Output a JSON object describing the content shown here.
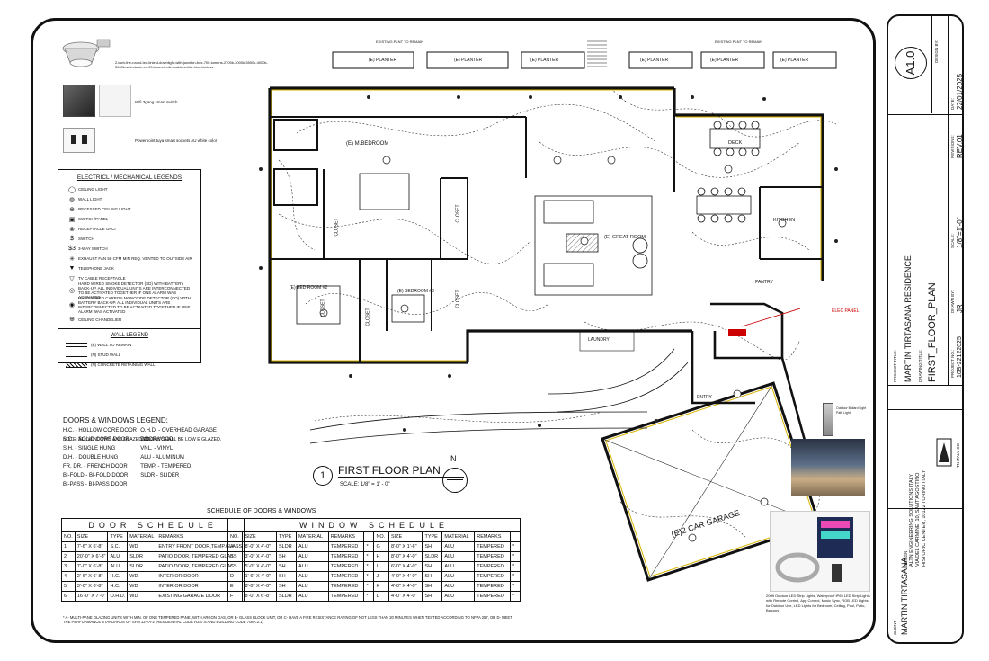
{
  "products": {
    "downlight_text": "2-inch-the-round-led-tiniest-downlight-with-junction-box-700-lumens-2700k-3000k-3500k-4000k-5000k-selectable-cri-90-triac-elv-dimmable-white-trim-trimless",
    "switch_text": "Wifi 3gang smart switch",
    "socket_text": "Powerpoint tuya smart sockets AU white color",
    "bollard_text": "Outdoor Bollard Light Path Light",
    "strip_text": "200ft Outdoor LED Strip Lights, Waterproof IP65 LED Strip Lights with Remote Control, App Control, Music Sync, RGB LED Lights for Outdoor Use, LED Lights for Bedroom, Ceiling, Pool, Patio, Balcony"
  },
  "electric_legend": {
    "title": "ELECTRICL / MECHANICAL LEGENDS",
    "items": [
      "CEILING LIGHT",
      "WALL LIGHT",
      "RECESSED CEILING LIGHT",
      "SWITCH/PANEL",
      "RECEPTACLE GFCI",
      "SWITCH",
      "3-WAY SWITCH",
      "EXHAUST FAN 50 CFM MIN REQ. VENTED TO OUTSIDE AIR",
      "TELEPHONE JACK",
      "TV CABLE RECEPTACLE",
      "HARD WIRED SMOKE DETECTOR (SD) WITH BATTERY BACK-UP. ALL INDIVIDUAL UNITS ARE INTERCONNECTED TO BE ACTIVATED TOGETHER IF ONE ALARM WAS ACTIVATED",
      "HARD WIRED CARBON MONOXIDE DETECTOR (CO) WITH BATTERY BACK-UP. ALL INDIVIDUAL UNITS ARE INTERCONNECTED TO BE ACTIVATED TOGETHER IF ONE ALARM WAS ACTIVATED",
      "CEILING CHANDELIER"
    ],
    "wall_title": "WALL LEGEND",
    "wall_items": [
      "(E) WALL TO REMAIN",
      "(N) STUD WALL",
      "(N) CONCRETE RETAINING WALL"
    ]
  },
  "dw_legend": {
    "title": "DOORS & WINDOWS LEGEND:",
    "left": [
      "H.C. - HOLLOW CORE DOOR",
      "S.C. - SOLID CORE DOOR",
      "S.H. - SINGLE HUNG",
      "D.H. - DOUBLE HUNG",
      "FR. DR. - FRENCH DOOR",
      "BI-FOLD - BI-FOLD DOOR",
      "BI-PASS - BI-PASS DOOR"
    ],
    "right": [
      "O.H.D. - OVERHEAD GARAGE DOOR",
      "WD. - WOOD",
      "VNL. - VINYL",
      "ALU - ALUMINUM",
      "TEMP. - TEMPERED",
      "SLDR - SLIDER"
    ],
    "note": "NOTE: ALL WINDOWS AND GLAZED DOORS SHALL BE LOW E GLAZED."
  },
  "plan": {
    "title": "FIRST FLOOR PLAN",
    "number": "1",
    "scale": "SCALE: 1/8\" = 1' - 0\"",
    "north": "N",
    "rooms": [
      "(E) M.BEDROOM",
      "(E) BED ROOM #2",
      "(E) BEDROOM #3",
      "(E) GREAT ROOM",
      "KITCHEN",
      "DECK",
      "(E)2 CAR GARAGE",
      "LAUNDRY",
      "CLOSET",
      "CLOSET",
      "CLOSET",
      "CLOSET",
      "CLOSET",
      "PANTRY",
      "ENTRY"
    ],
    "planter": "(E) PLANTER",
    "existing": "EXISTING PLNT TO REMAIN",
    "panel": "ELEC PANEL"
  },
  "schedule": {
    "title": "SCHEDULE OF DOORS & WINDOWS",
    "door_title": "DOOR SCHEDULE",
    "window_title": "WINDOW SCHEDULE",
    "door_headers": [
      "NO.",
      "SIZE",
      "TYPE",
      "MATERIAL",
      "REMARKS"
    ],
    "window_headers": [
      "NO.",
      "SIZE",
      "TYPE",
      "MATERIAL",
      "REMARKS"
    ],
    "doors": [
      [
        "1",
        "7'-6\" X 6'-8\"",
        "S.C.",
        "WD",
        "ENTRY FRONT DOOR,TEMP.GLASS"
      ],
      [
        "2",
        "20'-0\" X 6'-8\"",
        "ALU",
        "SLDR",
        "PATIO DOOR, TEMPERED GLASS"
      ],
      [
        "3",
        "7'-0\" X 6'-8\"",
        "ALU",
        "SLDR",
        "PATIO DOOR, TEMPERED GLASS"
      ],
      [
        "4",
        "2'-6\" X 6'-8\"",
        "H.C.",
        "WD",
        "INTERIOR DOOR"
      ],
      [
        "5",
        "3'-0\" X 6'-8\"",
        "H.C.",
        "WD",
        "INTERIOR DOOR"
      ],
      [
        "6",
        "16'-0\" X 7'-0\"",
        "O.H.D.",
        "WD",
        "EXISTING GARAGE DOOR"
      ]
    ],
    "windows_a": [
      [
        "A",
        "8'-0\" X 4'-0\"",
        "SLDR",
        "ALU",
        "TEMPERED"
      ],
      [
        "B",
        "3'-0\" X 4'-0\"",
        "SH",
        "ALU",
        "TEMPERED"
      ],
      [
        "C",
        "5'-0\" X 4'-0\"",
        "SH",
        "ALU",
        "TEMPERED"
      ],
      [
        "D",
        "1'-6\" X 4'-0\"",
        "SH",
        "ALU",
        "TEMPERED"
      ],
      [
        "E",
        "8'-0\" X 4'-0\"",
        "SH",
        "ALU",
        "TEMPERED"
      ],
      [
        "F",
        "8'-0\" X 6'-8\"",
        "SLDR",
        "ALU",
        "TEMPERED"
      ]
    ],
    "windows_b": [
      [
        "G",
        "8'-0\" X 1'-6\"",
        "SH",
        "ALU",
        "TEMPERED"
      ],
      [
        "H",
        "8'-0\" X 4'-0\"",
        "SLDR",
        "ALU",
        "TEMPERED"
      ],
      [
        "I",
        "6'-0\" X 4'-0\"",
        "SH",
        "ALU",
        "TEMPERED"
      ],
      [
        "J",
        "4'-0\" X 4'-0\"",
        "SH",
        "ALU",
        "TEMPERED"
      ],
      [
        "K",
        "4'-0\" X 4'-0\"",
        "SH",
        "ALU",
        "TEMPERED"
      ],
      [
        "L",
        "4'-0\" X 4'-0\"",
        "SH",
        "ALU",
        "TEMPERED"
      ]
    ],
    "footnote": "* A- MULTI-PANE GLAZING UNITS WITH MIN. OF ONE TEMPERED PANE, WITH ARGON GAS, OR B- GLASS BLOCK UNIT, OR C- HAVE A FIRE RESISTANCE RATING OF NOT LESS THAN 20 MINUTES WHEN TESTED ACCORDING TO NFPA 257, OR D- MEET THE PERFORMANCE STANDARDS OF SFM 12-7A-2 (RESIDENTIAL CODE R337.8 AND BUILDING CODE 708A.2.1)"
  },
  "titleblock": {
    "sheet": "A1.0",
    "designer_label": "DESIGN BY:",
    "date_label": "DATE:",
    "date": "22/01/2025",
    "revision_label": "REVISIONS:",
    "revision": "REV.01",
    "scale_label": "SCALE:",
    "scale": "1/8\"=1'-0\"",
    "drawn_label": "DRAWN BY:",
    "drawn": "JR",
    "project_title_label": "PROJECT TITLE:",
    "project_title": "MARTIN TIRTASANA RESIDENCE",
    "drawing_title_label": "DRAWING TITLE:",
    "drawing_title": "FIRST_FLOOR_PLAN",
    "project_no_label": "PROJECT NO.:",
    "project_no": "10B-22122025",
    "logo_text": "TN ITALY CO",
    "design_label": "DESIGN",
    "design_lines": [
      "ALTN ENGINEERING SOLUTIONS ITALY",
      "VIA DEL CARMINE, 10, SANT'AGOSTINO",
      "HISTORIC CENTER, 10122 TORINO ITALY"
    ],
    "client_label": "CLIENT",
    "client": "MARTIN TIRTASANA"
  }
}
